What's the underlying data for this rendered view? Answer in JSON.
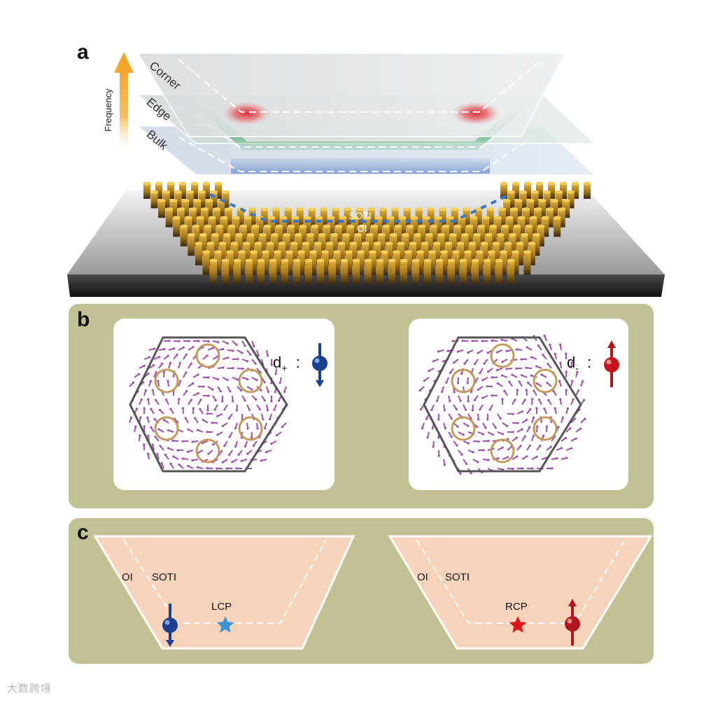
{
  "panel_a": {
    "letter": "a",
    "axis_label": "Frequency",
    "layers": [
      "Corner",
      "Edge",
      "Bulk"
    ],
    "device_labels": [
      "SOTI",
      "OI"
    ]
  },
  "panel_b": {
    "letter": "b",
    "left_state": {
      "label": "d",
      "subscript": "+",
      "separator": ":",
      "spin": "down"
    },
    "right_state": {
      "label": "d",
      "subscript": "-",
      "separator": ":",
      "spin": "up"
    }
  },
  "panel_c": {
    "letter": "c",
    "left": {
      "region_outer": "OI",
      "region_inner": "SOTI",
      "source": "LCP",
      "spin": "down"
    },
    "right": {
      "region_outer": "OI",
      "region_inner": "SOTI",
      "source": "RCP",
      "spin": "up"
    }
  },
  "colors": {
    "panel_bg": "#c2c194",
    "hexagon_field": "#a24bb0",
    "ring": "#c39a5a",
    "spin_down": "#1c3f8f",
    "spin_up": "#b1171d",
    "lcp_star": "#3b93d6",
    "rcp_star": "#e1141b",
    "trapezoid": "#f6d3bb",
    "arrow": "#f2a62c"
  },
  "watermark": "大数跨境"
}
